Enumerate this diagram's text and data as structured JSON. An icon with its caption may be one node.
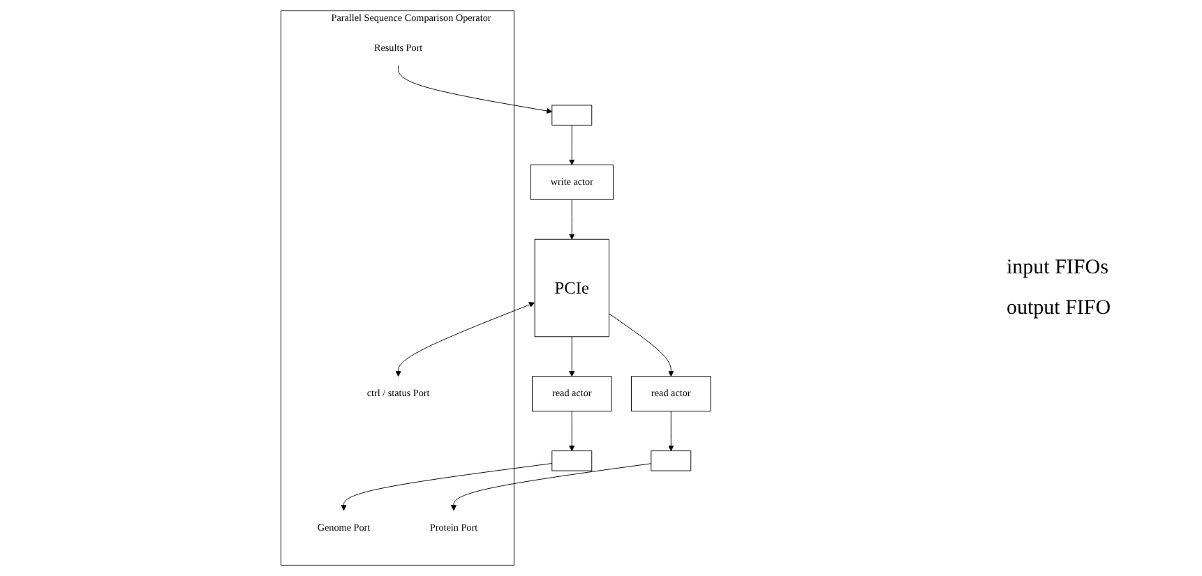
{
  "diagram": {
    "nodes": [
      {
        "text": [
          "PCIe"
        ]
      },
      {
        "text": [
          "Parallel Sequence Comparison Operator"
        ]
      },
      {
        "text": [
          "ctrl / status Port"
        ],
        "in": 1
      },
      {
        "text": [
          "Genome Port"
        ],
        "in": 1
      },
      {
        "text": [
          "Protein Port"
        ],
        "in": 1
      },
      {
        "text": [
          "Results Port"
        ],
        "in": 1
      },
      {
        "text": [
          "read actor"
        ]
      },
      {
        "text": [],
        "shape": "box"
      },
      {
        "text": [
          "read actor"
        ]
      },
      {
        "text": [],
        "shape": "box"
      },
      {
        "text": [
          "write actor"
        ]
      },
      {
        "text": [],
        "shape": "box"
      }
    ],
    "edges": [
      {
        "from": 0,
        "to": 2,
        "arrow": "both"
      },
      {
        "from": 0,
        "to": 6,
        "arrow": "to"
      },
      {
        "from": 6,
        "to": 7,
        "arrow": "to"
      },
      {
        "from": 7,
        "to": 3,
        "arrow": "to"
      },
      {
        "from": 0,
        "to": 8,
        "arrow": "to"
      },
      {
        "from": 8,
        "to": 9,
        "arrow": "to"
      },
      {
        "from": 9,
        "to": 4,
        "arrow": "to"
      },
      {
        "from": 5,
        "to": 11,
        "arrow": "to"
      },
      {
        "from": 11,
        "to": 10,
        "arrow": "to"
      },
      {
        "from": 10,
        "to": 0,
        "arrow": "to"
      }
    ],
    "labels": [
      "input FIFOs",
      "output FIFO"
    ]
  }
}
